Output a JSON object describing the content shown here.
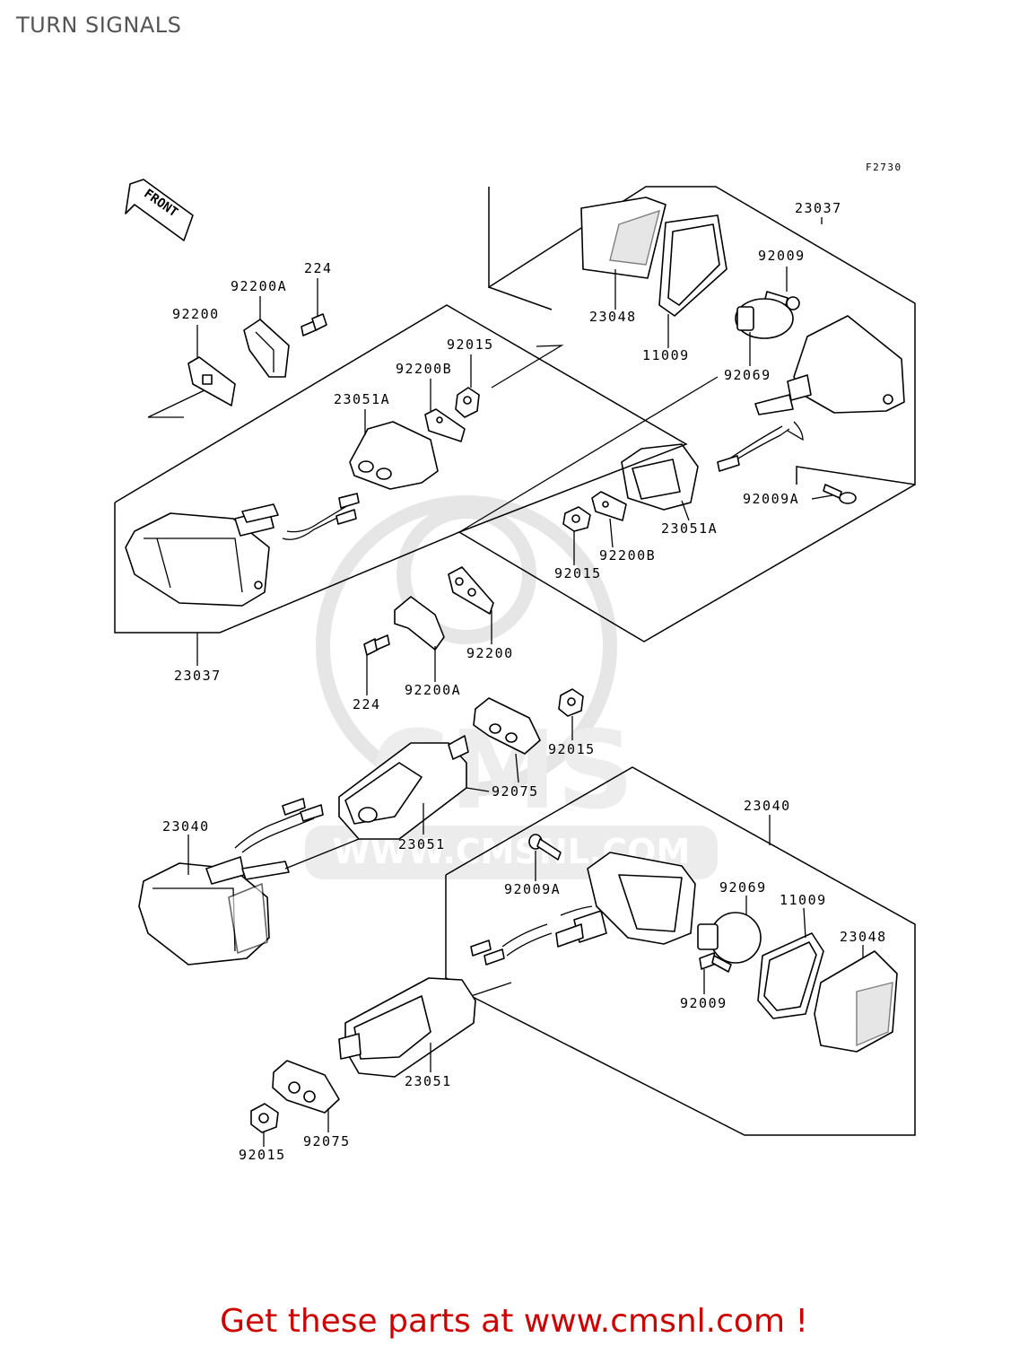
{
  "title": "TURN SIGNALS",
  "figure_code": "F2730",
  "front_label": "FRONT",
  "watermark": {
    "logo": "CMS",
    "url": "WWW.CMSNL.COM"
  },
  "footer": "Get these parts at www.cmsnl.com !",
  "labels": {
    "l23037_top": "23037",
    "l92009_top": "92009",
    "l23048_top": "23048",
    "l11009_top": "11009",
    "l92069_top": "92069",
    "l92009a_top": "92009A",
    "l23051a_r": "23051A",
    "l92200b_r": "92200B",
    "l92015_r": "92015",
    "l224_top": "224",
    "l92200a_top": "92200A",
    "l92200_top": "92200",
    "l92015_top": "92015",
    "l92200b_top": "92200B",
    "l23051a_top": "23051A",
    "l23037_left": "23037",
    "l92200_mid": "92200",
    "l224_mid": "224",
    "l92200a_mid": "92200A",
    "l92015_mid": "92015",
    "l92075_mid": "92075",
    "l23051_mid": "23051",
    "l23040_left": "23040",
    "l23040_right": "23040",
    "l92009a_bot": "92009A",
    "l92069_bot": "92069",
    "l11009_bot": "11009",
    "l23048_bot": "23048",
    "l92009_bot": "92009",
    "l23051_bot": "23051",
    "l92075_bot": "92075",
    "l92015_bot": "92015"
  }
}
